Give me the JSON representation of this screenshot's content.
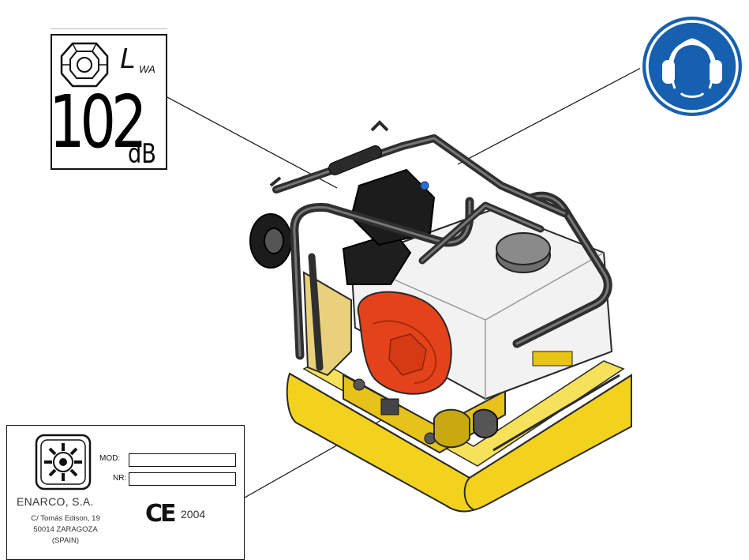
{
  "noise_label": {
    "symbol": "L",
    "symbol_subscript": "WA",
    "value": "102",
    "unit": "dB",
    "icon": "sound-power-icon"
  },
  "hearing_sign": {
    "icon": "ear-protection-icon",
    "color": "#1760b0"
  },
  "plate": {
    "mod_label": "MOD:",
    "nr_label": "NR:",
    "company": "ENARCO, S.A.",
    "address_line1": "C/ Tomás Edison, 19",
    "address_line2": "50014 ZARAGOZA",
    "address_line3": "(SPAIN)",
    "ce_mark": "CE",
    "year": "2004",
    "logo_icon": "enarco-logo-icon"
  },
  "machine": {
    "type": "plate-compactor-illustration",
    "colors": {
      "plate": "#f2d21c",
      "engine": "#e4421a",
      "tank": "#f3f3f3",
      "frame": "#3a3a3a"
    }
  }
}
